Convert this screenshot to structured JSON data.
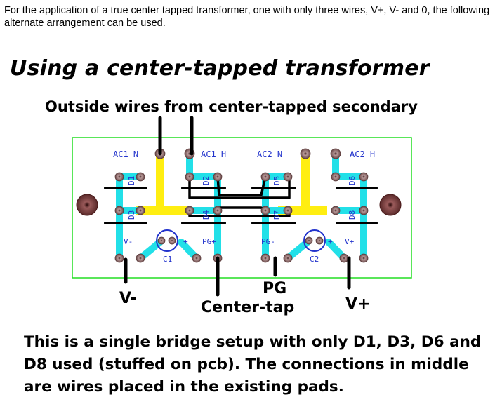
{
  "intro_text": "For the application of a true center tapped transformer, one with only three wires, V+, V- and 0, the following alternate arrangement can be used.",
  "heading": "Using a center-tapped transformer",
  "subheading": "Outside wires from center-tapped secondary",
  "board_labels": {
    "ac1_n": "AC1 N",
    "ac1_h": "AC1 H",
    "ac2_n": "AC2 N",
    "ac2_h": "AC2 H",
    "d1": "D1",
    "d2": "D2",
    "d3": "D3",
    "d4": "D4",
    "d5": "D5",
    "d6": "D6",
    "d7": "D7",
    "d8": "D8",
    "v_minus": "V-",
    "pg_plus": "PG+",
    "pg_minus": "PG-",
    "v_plus": "V+",
    "c1": "C1",
    "c2": "C2",
    "plus": "+"
  },
  "callouts": {
    "v_minus": "V-",
    "pg": "PG",
    "center_tap": "Center-tap",
    "v_plus": "V+"
  },
  "note": "This is a single bridge setup with only D1, D3, D6 and D8 used (stuffed on pcb).  The connections in middle are wires placed in the existing pads.",
  "colors": {
    "board_outline": "#22dd22",
    "trace_cyan": "#22e0e8",
    "trace_yellow": "#ffee11",
    "silkscreen_blue": "#2233cc",
    "pad": "#8a6a6a",
    "mount_hole": "#7a3a3a",
    "wire": "#000000"
  }
}
